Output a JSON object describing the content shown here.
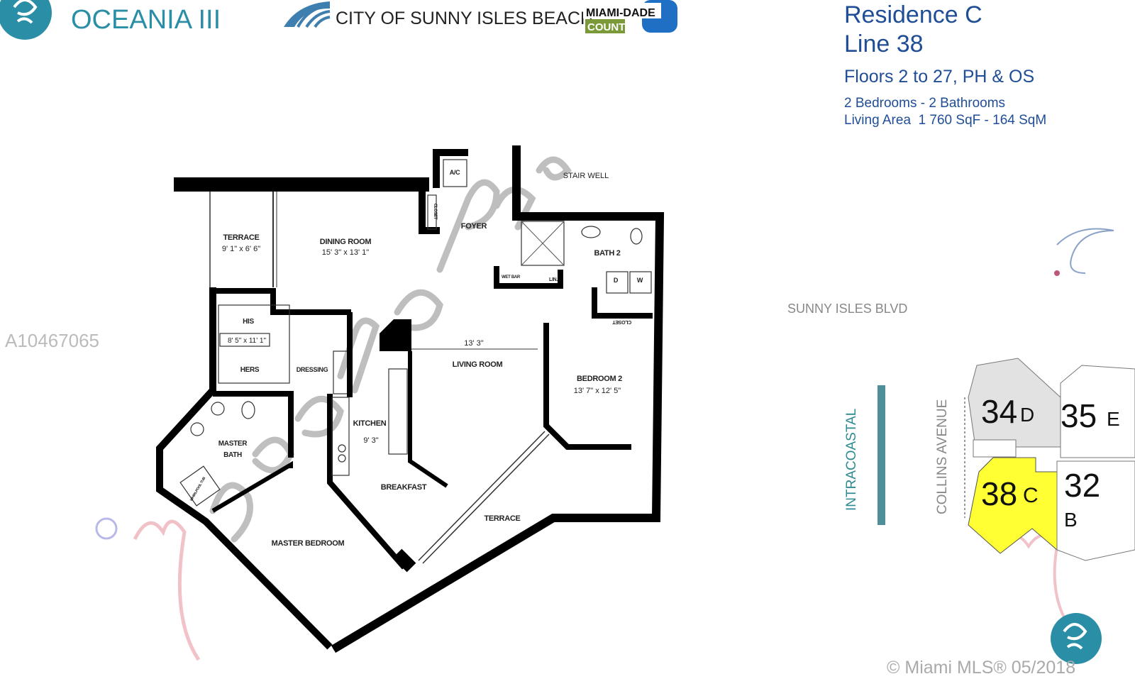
{
  "header": {
    "brand": "OCEANIA III",
    "city": "CITY OF SUNNY ISLES BEACH",
    "county_top": "MIAMI-DADE",
    "county_bottom": "COUNTY"
  },
  "residence": {
    "title": "Residence C",
    "line": "Line 38",
    "floors": "Floors 2 to 27, PH & OS",
    "rooms": "2 Bedrooms - 2 Bathrooms",
    "area": "Living Area  1 760 SqF - 164 SqM"
  },
  "listing_id": "A10467065",
  "copyright": "© Miami MLS® 05/2018",
  "watermark": "mycondoplans",
  "plan": {
    "terrace_top": {
      "name": "TERRACE",
      "size": "9' 1\" x 6' 6\""
    },
    "dining": {
      "name": "DINING ROOM",
      "size": "15' 3\" x 13' 1\""
    },
    "foyer": "FOYER",
    "ac": "A/C",
    "closet_foyer": "CLOSET",
    "stair": "STAIR WELL",
    "bath2": "BATH 2",
    "wet_bar": "WET BAR",
    "linen": "LIN.",
    "dryer": "D",
    "washer": "W",
    "closet_bed2": "CLOSET",
    "his": "HIS",
    "closet_size": "8' 5\" x 11' 1\"",
    "hers": "HERS",
    "dressing": "DRESSING",
    "living_dim": "13' 3\"",
    "living": "LIVING ROOM",
    "bedroom2": {
      "name": "BEDROOM 2",
      "size": "13' 7\" x 12' 5\""
    },
    "kitchen": {
      "name": "KITCHEN",
      "size": "9' 3\""
    },
    "master_bath_1": "MASTER",
    "master_bath_2": "BATH",
    "tub": "WHIRLPOOL TUB",
    "breakfast": "BREAKFAST",
    "terrace_bottom": "TERRACE",
    "master_bedroom": "MASTER BEDROOM"
  },
  "site": {
    "street": "SUNNY ISLES BLVD",
    "water": "INTRACOASTAL",
    "avenue": "COLLINS AVENUE",
    "units": [
      {
        "num": "34",
        "letter": "D"
      },
      {
        "num": "35",
        "letter": "E"
      },
      {
        "num": "38",
        "letter": "C"
      },
      {
        "num": "32",
        "letter": "B"
      }
    ],
    "highlight_color": "#ffff33",
    "unit_gray": "#e2e2e2"
  },
  "colors": {
    "brand_teal": "#2a8fa6",
    "info_blue": "#1f4e96",
    "county_green": "#7a9a3a",
    "county_blue": "#1f6fc4"
  }
}
